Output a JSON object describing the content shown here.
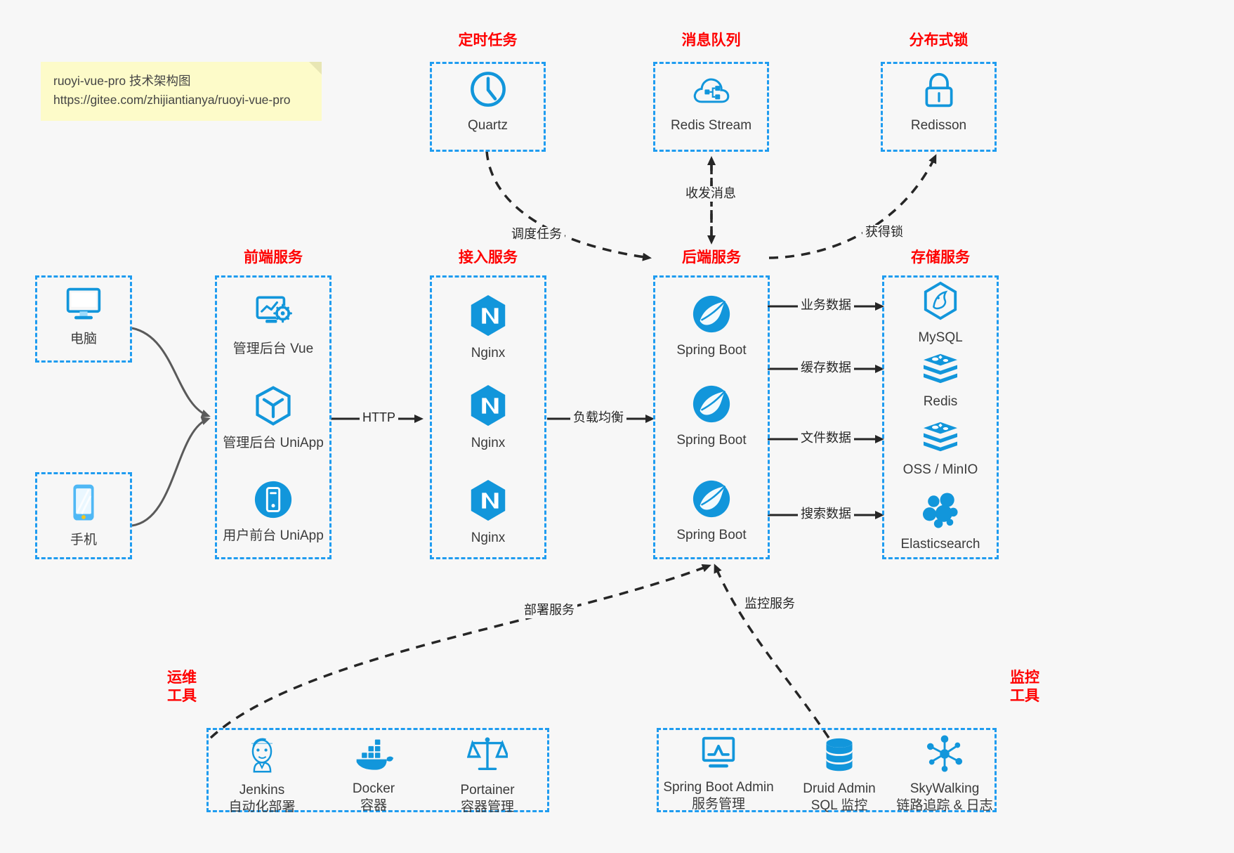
{
  "note": {
    "line1": "ruoyi-vue-pro 技术架构图",
    "line2": "https://gitee.com/zhijiantianya/ruoyi-vue-pro"
  },
  "colors": {
    "box_border": "#1f9cf0",
    "group_title": "#ff0000",
    "icon_blue": "#1296db",
    "arrow_solid": "#262626",
    "arrow_dashed": "#262626",
    "client_arrow": "#555555",
    "background": "#f7f7f7",
    "note_bg": "#fdfbc9"
  },
  "groups": {
    "scheduler": {
      "title": "定时任务",
      "nodes": [
        {
          "label": "Quartz",
          "icon": "clock-icon"
        }
      ]
    },
    "mq": {
      "title": "消息队列",
      "nodes": [
        {
          "label": "Redis Stream",
          "icon": "cloud-stream-icon"
        }
      ]
    },
    "lock": {
      "title": "分布式锁",
      "nodes": [
        {
          "label": "Redisson",
          "icon": "lock-icon"
        }
      ]
    },
    "clients": {
      "nodes": [
        {
          "label": "电脑",
          "icon": "desktop-icon"
        },
        {
          "label": "手机",
          "icon": "mobile-icon"
        }
      ]
    },
    "frontend": {
      "title": "前端服务",
      "nodes": [
        {
          "label": "管理后台 Vue",
          "icon": "dashboard-settings-icon"
        },
        {
          "label": "管理后台 UniApp",
          "icon": "hexagon-cube-icon"
        },
        {
          "label": "用户前台 UniApp",
          "icon": "mobile-circle-icon"
        }
      ]
    },
    "gateway": {
      "title": "接入服务",
      "nodes": [
        {
          "label": "Nginx",
          "icon": "nginx-icon"
        },
        {
          "label": "Nginx",
          "icon": "nginx-icon"
        },
        {
          "label": "Nginx",
          "icon": "nginx-icon"
        }
      ]
    },
    "backend": {
      "title": "后端服务",
      "nodes": [
        {
          "label": "Spring Boot",
          "icon": "spring-icon"
        },
        {
          "label": "Spring Boot",
          "icon": "spring-icon"
        },
        {
          "label": "Spring Boot",
          "icon": "spring-icon"
        }
      ]
    },
    "storage": {
      "title": "存储服务",
      "nodes": [
        {
          "label": "MySQL",
          "icon": "mysql-icon"
        },
        {
          "label": "Redis",
          "icon": "redis-icon"
        },
        {
          "label": "OSS / MinIO",
          "icon": "oss-icon"
        },
        {
          "label": "Elasticsearch",
          "icon": "elasticsearch-icon"
        }
      ]
    },
    "devops": {
      "title_line1": "运维",
      "title_line2": "工具",
      "nodes": [
        {
          "label": "Jenkins",
          "sublabel": "自动化部署",
          "icon": "jenkins-icon"
        },
        {
          "label": "Docker",
          "sublabel": "容器",
          "icon": "docker-icon"
        },
        {
          "label": "Portainer",
          "sublabel": "容器管理",
          "icon": "scales-icon"
        }
      ]
    },
    "monitor": {
      "title_line1": "监控",
      "title_line2": "工具",
      "nodes": [
        {
          "label": "Spring Boot Admin",
          "sublabel": "服务管理",
          "icon": "monitor-chart-icon"
        },
        {
          "label": "Druid Admin",
          "sublabel": "SQL 监控",
          "icon": "database-icon"
        },
        {
          "label": "SkyWalking",
          "sublabel": "链路追踪 & 日志",
          "icon": "skywalking-icon"
        }
      ]
    }
  },
  "edges": {
    "http": "HTTP",
    "load_balance": "负载均衡",
    "schedule_task": "调度任务",
    "send_receive_msg": "收发消息",
    "acquire_lock": "获得锁",
    "business_data": "业务数据",
    "cache_data": "缓存数据",
    "file_data": "文件数据",
    "search_data": "搜索数据",
    "deploy_service": "部署服务",
    "monitor_service": "监控服务"
  }
}
